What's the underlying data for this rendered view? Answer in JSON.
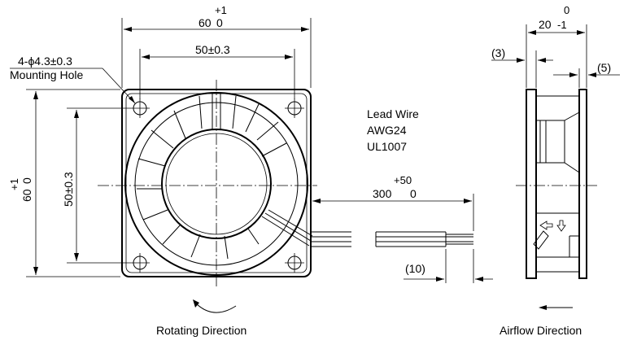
{
  "front_view": {
    "width_tol_upper": "+1",
    "width_nominal": "60",
    "width_tol_lower": "0",
    "hole_pitch_h": "50±0.3",
    "hole_spec": "4-ϕ4.3±0.3",
    "hole_label": "Mounting Hole",
    "height_tol_upper": "+1",
    "height_nominal": "60",
    "height_tol_lower": "0",
    "hole_pitch_v": "50±0.3",
    "rotation_label": "Rotating Direction"
  },
  "lead_wire": {
    "title": "Lead Wire",
    "gauge": "AWG24",
    "type": "UL1007",
    "length_tol_upper": "+50",
    "length_nominal": "300",
    "length_tol_lower": "0",
    "strip_length": "(10)"
  },
  "side_view": {
    "depth_tol_upper": "0",
    "depth_nominal": "20",
    "depth_tol_lower": "-1",
    "flange_left": "(3)",
    "flange_right": "(5)",
    "airflow_label": "Airflow Direction"
  }
}
